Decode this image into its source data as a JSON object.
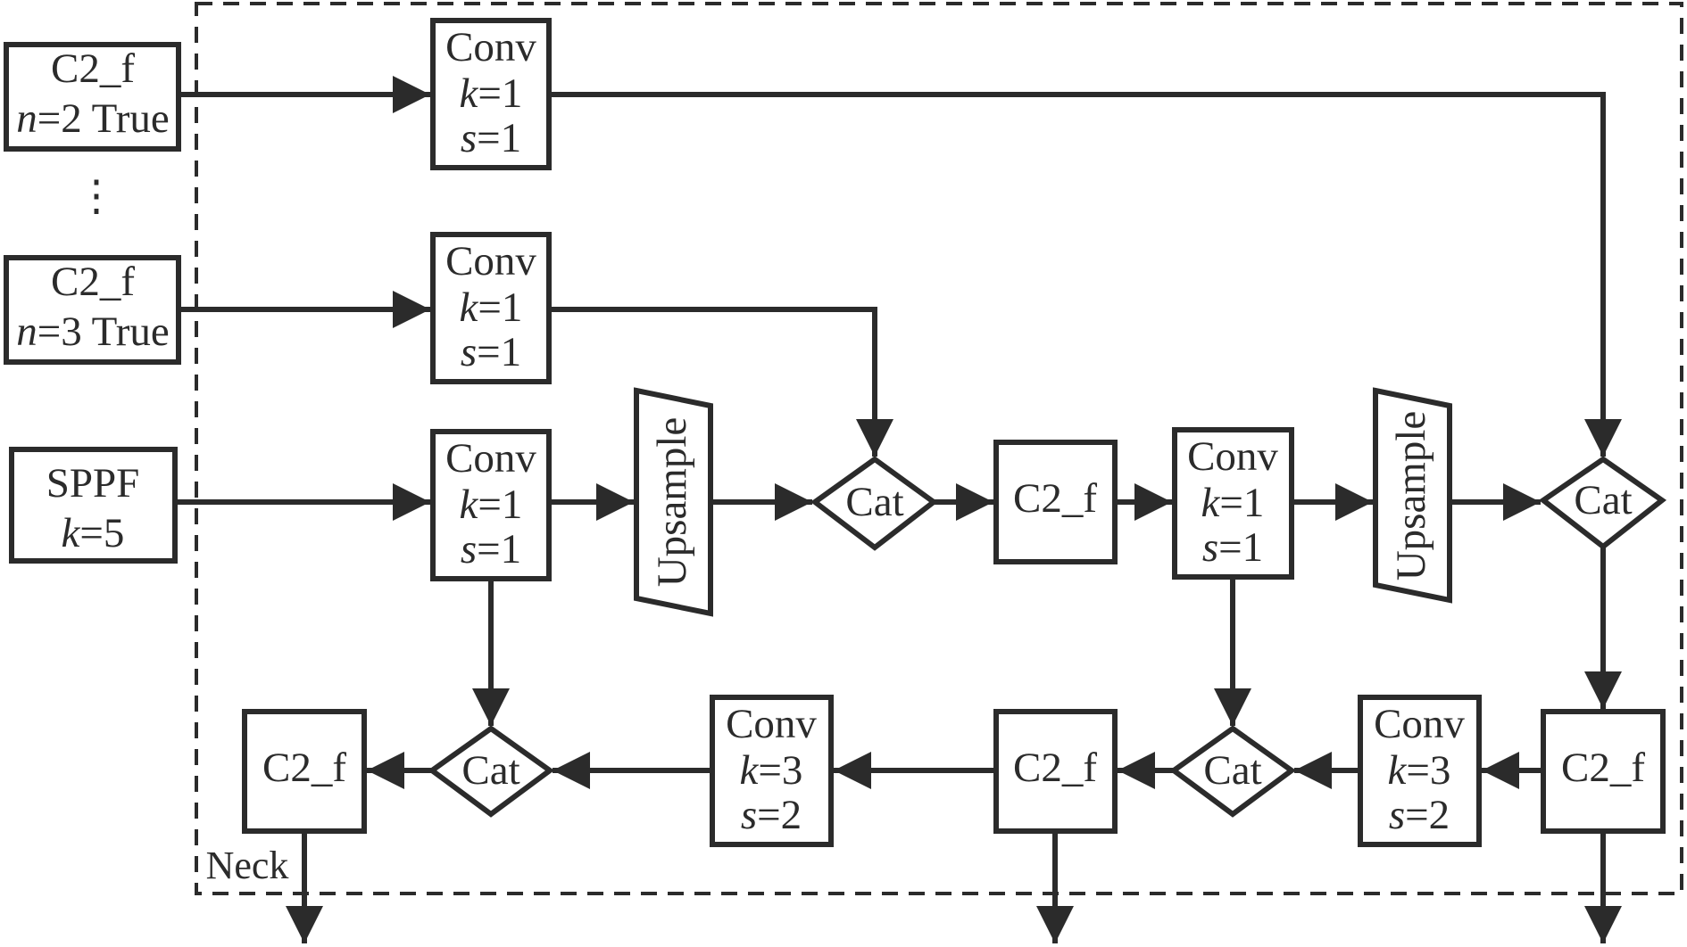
{
  "diagram": {
    "region_label": "Neck",
    "ellipsis": "⋮",
    "inputs": [
      {
        "id": "in1",
        "title": "C2_f",
        "param_var": "n",
        "param_rest": "=2 True"
      },
      {
        "id": "in2",
        "title": "C2_f",
        "param_var": "n",
        "param_rest": "=3 True"
      },
      {
        "id": "in3",
        "title": "SPPF",
        "param_var": "k",
        "param_rest": "=5"
      }
    ],
    "conv_k1": {
      "title": "Conv",
      "k": "=1",
      "s": "=1",
      "kvar": "k",
      "svar": "s"
    },
    "conv_k3": {
      "title": "Conv",
      "k": "=3",
      "s": "=2",
      "kvar": "k",
      "svar": "s"
    },
    "c2f_label": "C2_f",
    "cat_label": "Cat",
    "upsample_label": "Upsample"
  }
}
